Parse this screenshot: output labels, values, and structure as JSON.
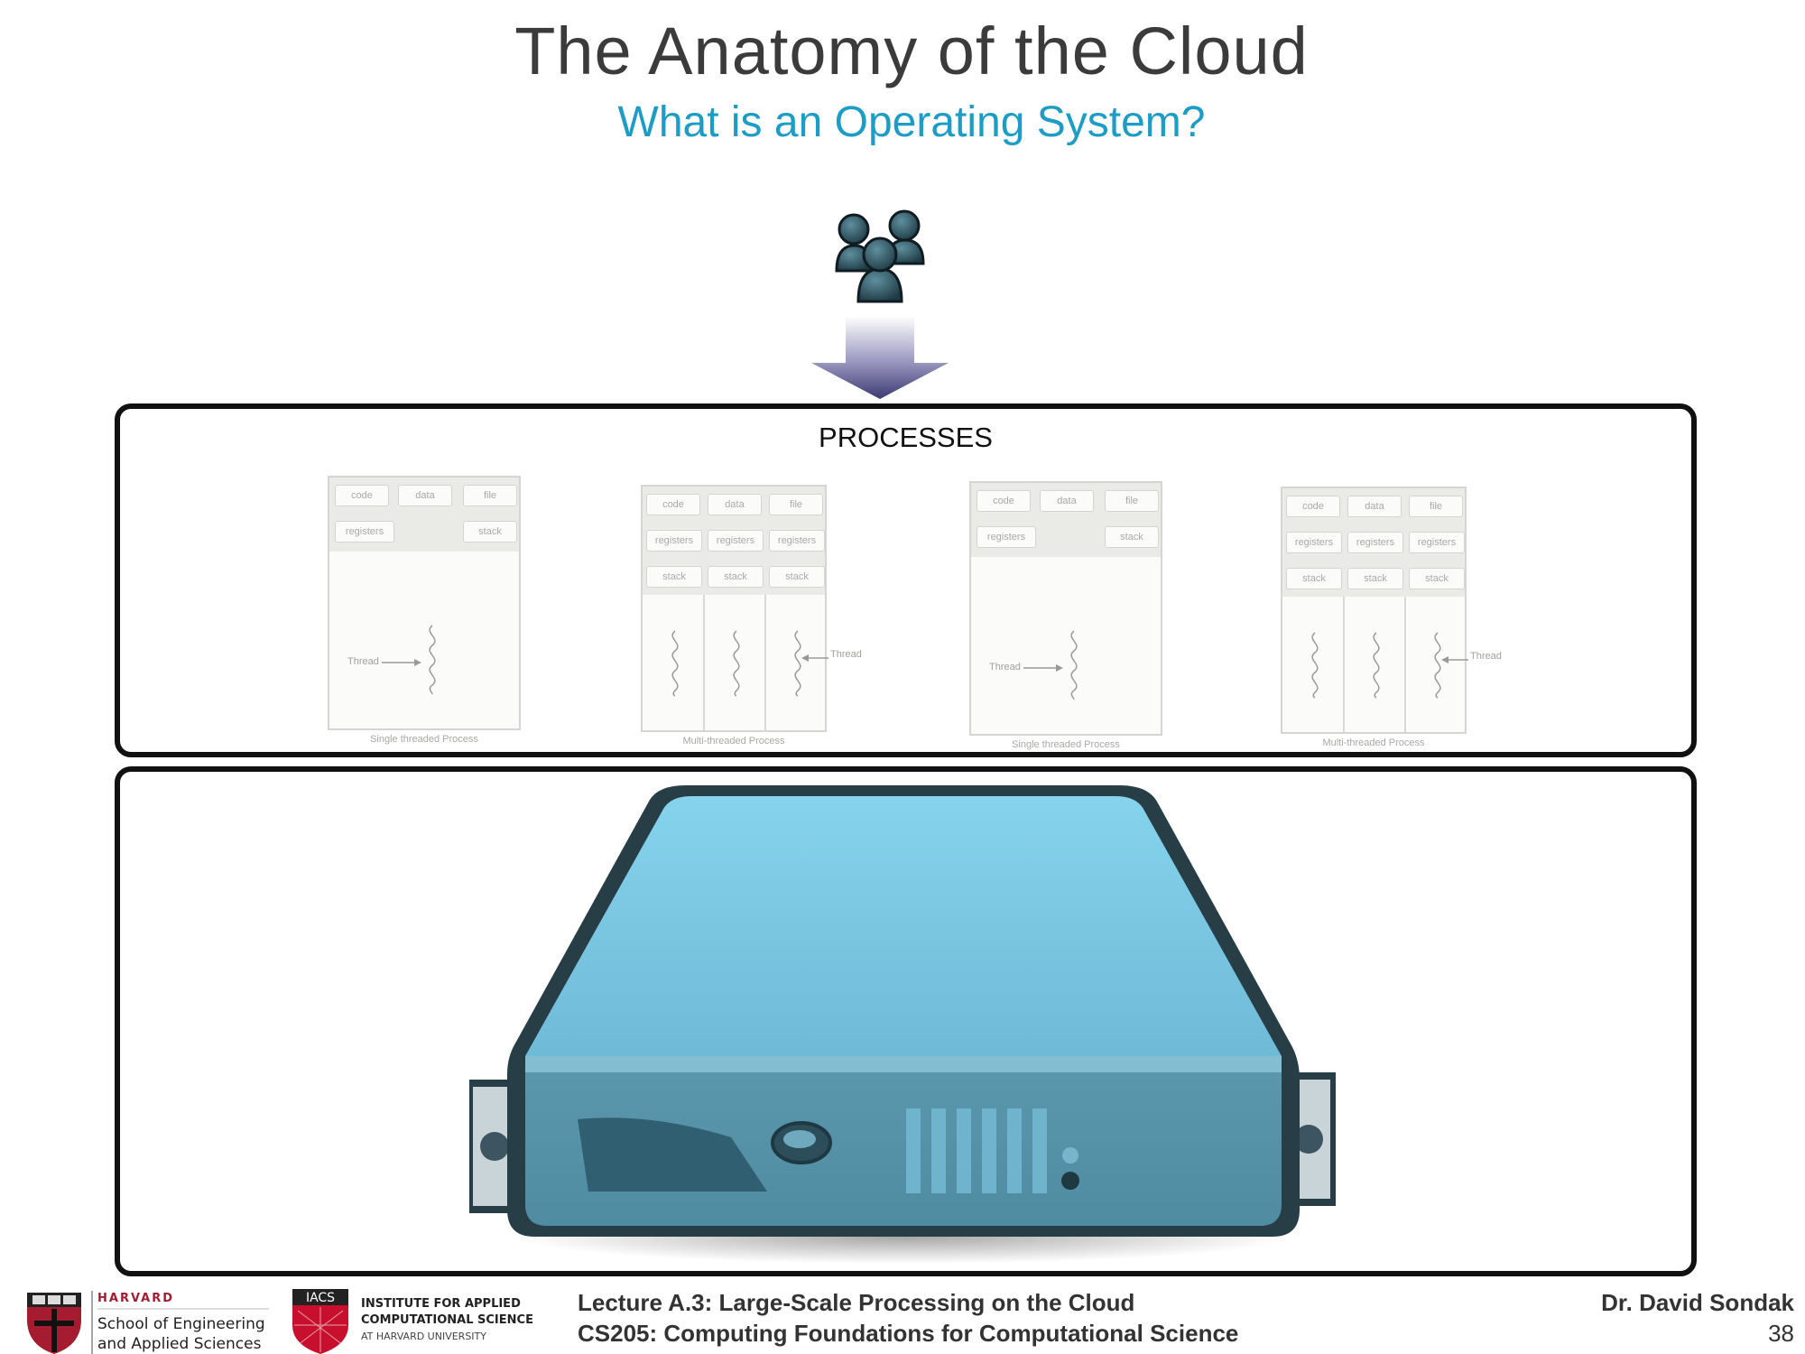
{
  "slide": {
    "title": "The Anatomy of the Cloud",
    "subtitle": "What is an Operating System?",
    "accent_color": "#1d9cc6"
  },
  "processes_label": "PROCESSES",
  "processes": [
    {
      "caption": "Single threaded Process",
      "code": "code",
      "data": "data",
      "file": "file",
      "registers": "registers",
      "stack": "stack",
      "thread": "Thread"
    },
    {
      "caption": "Multi-threaded Process",
      "code": "code",
      "data": "data",
      "file": "file",
      "registers": [
        "registers",
        "registers",
        "registers"
      ],
      "stack": [
        "stack",
        "stack",
        "stack"
      ],
      "thread": "Thread"
    },
    {
      "caption": "Single threaded Process",
      "code": "code",
      "data": "data",
      "file": "file",
      "registers": "registers",
      "stack": "stack",
      "thread": "Thread"
    },
    {
      "caption": "Multi-threaded Process",
      "code": "code",
      "data": "data",
      "file": "file",
      "registers": [
        "registers",
        "registers",
        "registers"
      ],
      "stack": [
        "stack",
        "stack",
        "stack"
      ],
      "thread": "Thread"
    }
  ],
  "icons": {
    "users": "users-group-icon",
    "arrow": "arrow-down-icon",
    "server": "server-icon"
  },
  "footer": {
    "harvard_top": "HARVARD",
    "harvard_line1": "School of Engineering",
    "harvard_line2": "and Applied Sciences",
    "iacs_badge": "IACS",
    "iacs_line1": "INSTITUTE FOR APPLIED",
    "iacs_line2": "COMPUTATIONAL SCIENCE",
    "iacs_line3": "AT HARVARD UNIVERSITY",
    "lecture_line1": "Lecture A.3: Large-Scale Processing on the Cloud",
    "lecture_line2": "CS205: Computing Foundations for Computational Science",
    "author": "Dr. David Sondak",
    "page_number": "38"
  }
}
